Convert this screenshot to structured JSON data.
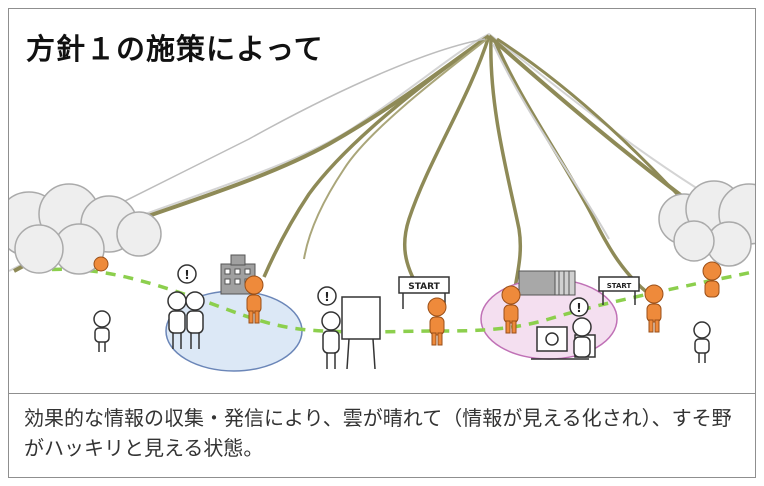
{
  "title": "方針１の施策によって",
  "caption": "効果的な情報の収集・発信により、雲が晴れて（情報が見える化され）、すそ野がハッキリと見える状態。",
  "signs": {
    "start_left": "START",
    "start_right": "START",
    "exclaim": "!"
  },
  "colors": {
    "mountain_path": "#8e8a57",
    "mountain_outline": "#c8c8c8",
    "dashed_path": "#8ccf4d",
    "person_orange": "#ee8a3b",
    "cloud_fill": "#eeeeee",
    "ellipse_blue": "#dce8f6",
    "ellipse_pink": "#f4dff0"
  }
}
